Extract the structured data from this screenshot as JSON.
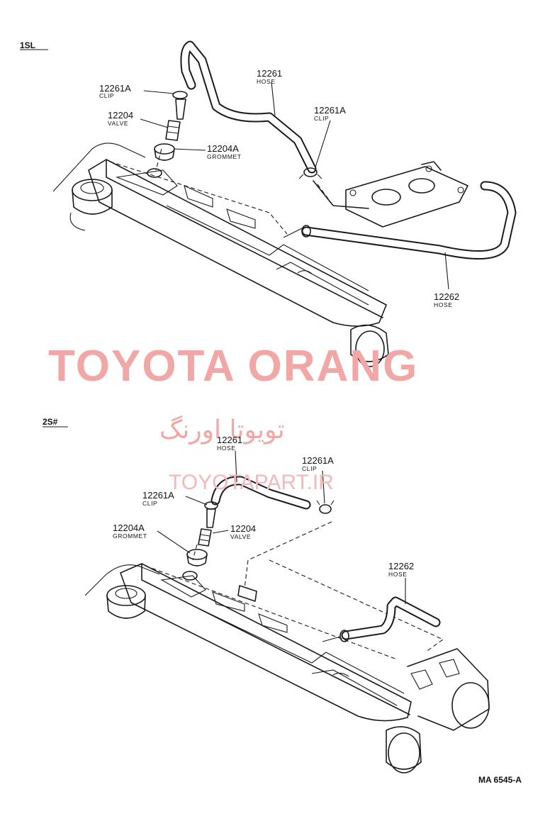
{
  "sections": [
    {
      "heading": "1SL",
      "callouts": [
        {
          "part": "12261A",
          "name": "CLIP"
        },
        {
          "part": "12204",
          "name": "VALVE"
        },
        {
          "part": "12261",
          "name": "HOSE"
        },
        {
          "part": "12261A",
          "name": "CLIP"
        },
        {
          "part": "12204A",
          "name": "GROMMET"
        },
        {
          "part": "12262",
          "name": "HOSE"
        }
      ]
    },
    {
      "heading": "2S#",
      "callouts": [
        {
          "part": "12261",
          "name": "HOSE"
        },
        {
          "part": "12261A",
          "name": "CLIP"
        },
        {
          "part": "12261A",
          "name": "CLIP"
        },
        {
          "part": "12204A",
          "name": "GROMMET"
        },
        {
          "part": "12204",
          "name": "VALVE"
        },
        {
          "part": "12262",
          "name": "HOSE"
        }
      ]
    }
  ],
  "watermark": {
    "brand": "TOYOTA ORANG",
    "persian": "تویوتا اورنگ",
    "site": "TOYOTAPART.IR"
  },
  "drawing_code": "MA 6545-A"
}
